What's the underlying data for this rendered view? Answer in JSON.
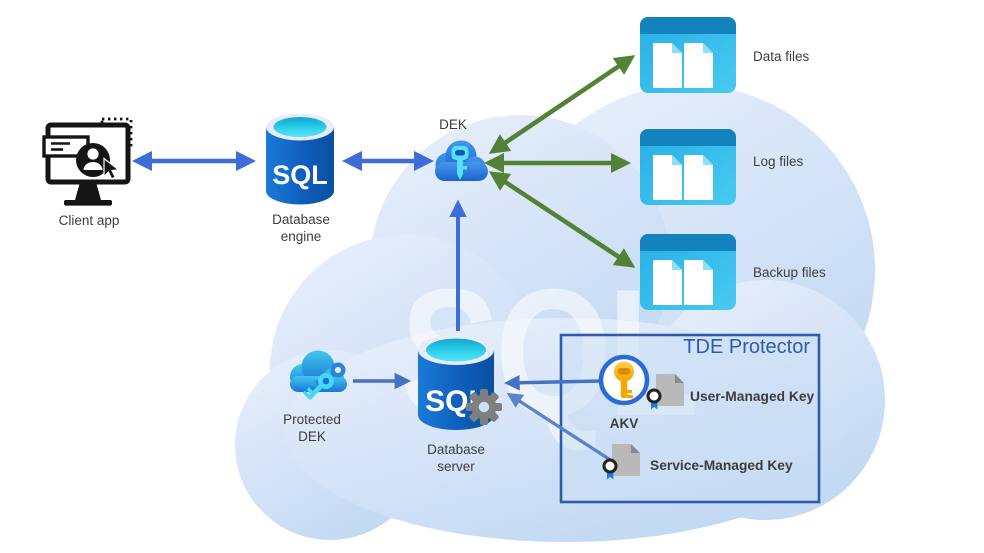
{
  "diagram": {
    "title_hint": "SQL Transparent Data Encryption (TDE) architecture diagram",
    "labels": {
      "client_app": "Client app",
      "database_engine": "Database engine",
      "dek": "DEK",
      "data_files": "Data files",
      "log_files": "Log files",
      "backup_files": "Backup files",
      "protected_dek": "Protected DEK",
      "database_server": "Database server",
      "tde_protector": "TDE Protector",
      "akv": "AKV",
      "user_managed_key": "User-Managed Key",
      "service_managed_key": "Service-Managed Key",
      "sql_watermark": "SQL",
      "sql_engine": "SQL",
      "sql_server": "SQL"
    },
    "connections": [
      {
        "from": "client-app",
        "to": "database-engine",
        "direction": "bidirectional",
        "color": "blue"
      },
      {
        "from": "database-engine",
        "to": "dek",
        "direction": "bidirectional",
        "color": "blue"
      },
      {
        "from": "dek",
        "to": "data-files",
        "direction": "bidirectional",
        "color": "green"
      },
      {
        "from": "dek",
        "to": "log-files",
        "direction": "bidirectional",
        "color": "green"
      },
      {
        "from": "dek",
        "to": "backup-files",
        "direction": "bidirectional",
        "color": "green"
      },
      {
        "from": "database-server",
        "to": "dek",
        "direction": "one-way",
        "color": "blue"
      },
      {
        "from": "protected-dek",
        "to": "database-server",
        "direction": "one-way",
        "color": "blue"
      },
      {
        "from": "akv",
        "to": "database-server",
        "direction": "one-way",
        "color": "blue"
      },
      {
        "from": "service-managed-key",
        "to": "database-server",
        "direction": "one-way",
        "color": "blue"
      }
    ],
    "colors": {
      "arrow_blue": "#3e6cd9",
      "arrow_blue_muted": "#4472c4",
      "arrow_blue_light": "#5b82cb",
      "arrow_green": "#538135",
      "cloud_top": "#e3ecfa",
      "cloud_bottom": "#c2d9f2",
      "tde_border": "#2e5ca8",
      "cylinder_blue": "#0d5cb8",
      "cylinder_top_cyan": "#2cc9e8",
      "file_body": "#2bb5e8",
      "file_bar": "#1283bd",
      "akv_key_gold": "#ffbb00",
      "label_text": "#3d3d3d"
    }
  }
}
